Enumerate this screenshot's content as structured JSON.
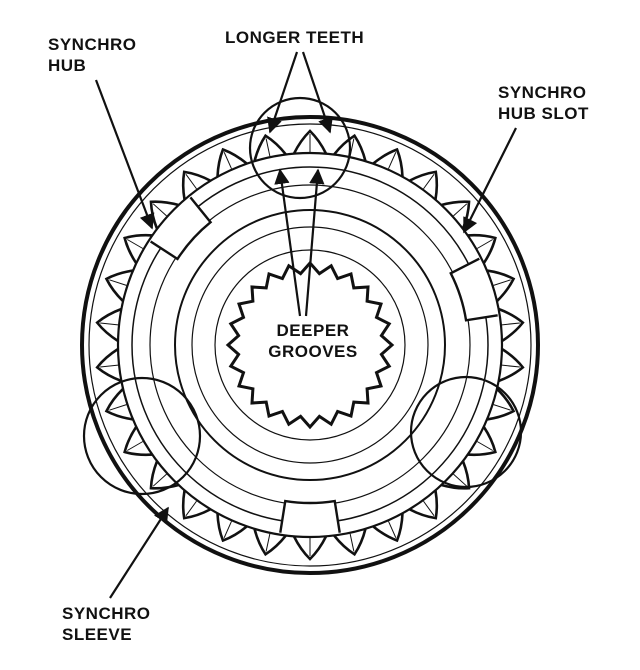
{
  "labels": {
    "synchro_hub": [
      "SYNCHRO",
      "HUB"
    ],
    "longer_teeth": "LONGER TEETH",
    "synchro_hub_slot": [
      "SYNCHRO",
      "HUB SLOT"
    ],
    "deeper_grooves": [
      "DEEPER",
      "GROOVES"
    ],
    "synchro_sleeve": [
      "SYNCHRO",
      "SLEEVE"
    ]
  },
  "colors": {
    "line": "#111111",
    "background": "#ffffff"
  }
}
